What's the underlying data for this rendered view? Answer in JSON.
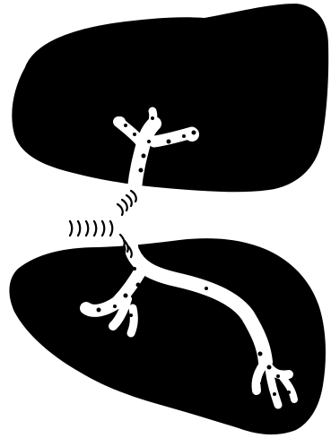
{
  "image": {
    "kind": "black-and-white illustration",
    "description_terms": [
      "upper-dark-mass",
      "lower-dark-mass",
      "upper-branching-tube",
      "lower-branching-tube",
      "wave-marks"
    ]
  },
  "colors": {
    "background": "#ffffff",
    "mass": "#000000",
    "tube": "#ffffff",
    "dots": "#000000"
  }
}
